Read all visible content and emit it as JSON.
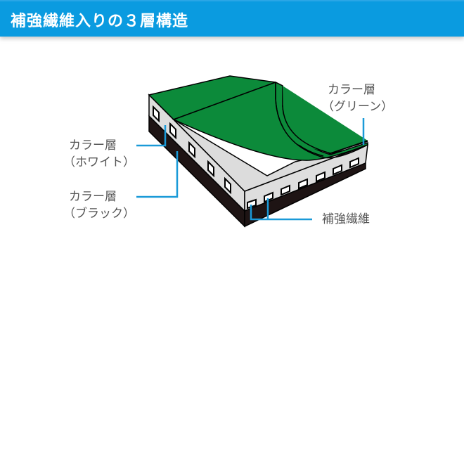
{
  "header": {
    "title": "補強繊維入りの３層構造"
  },
  "diagram": {
    "labels": {
      "green": {
        "line1": "カラー層",
        "line2": "（グリーン）"
      },
      "white": {
        "line1": "カラー層",
        "line2": "（ホワイト）"
      },
      "black": {
        "line1": "カラー層",
        "line2": "（ブラック）"
      },
      "fiber": {
        "line1": "補強繊維"
      }
    },
    "colors": {
      "header": "#0a9be0",
      "green_layer": "#0c8a3a",
      "white_layer": "#dcdcdc",
      "black_layer": "#1e1414",
      "leader_line": "#1a9ad8",
      "label_text": "#555555"
    }
  }
}
